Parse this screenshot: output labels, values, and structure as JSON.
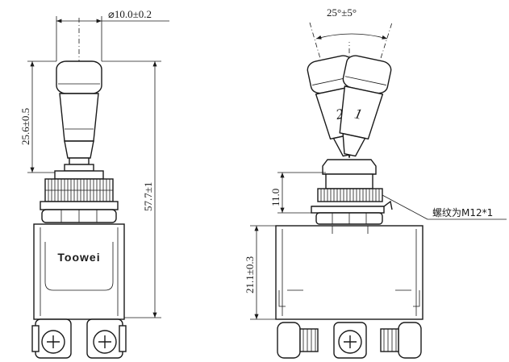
{
  "dimensions": {
    "diameter": "⌀10.0±0.2",
    "lever_length": "25.6±0.5",
    "total_height": "57.7±1",
    "swing_angle": "25°±5°",
    "bushing_height": "11.0",
    "body_height": "21.1±0.3"
  },
  "brand": "Toowei",
  "positions": [
    "2",
    "1"
  ],
  "thread_note": "螺纹为M12*1"
}
